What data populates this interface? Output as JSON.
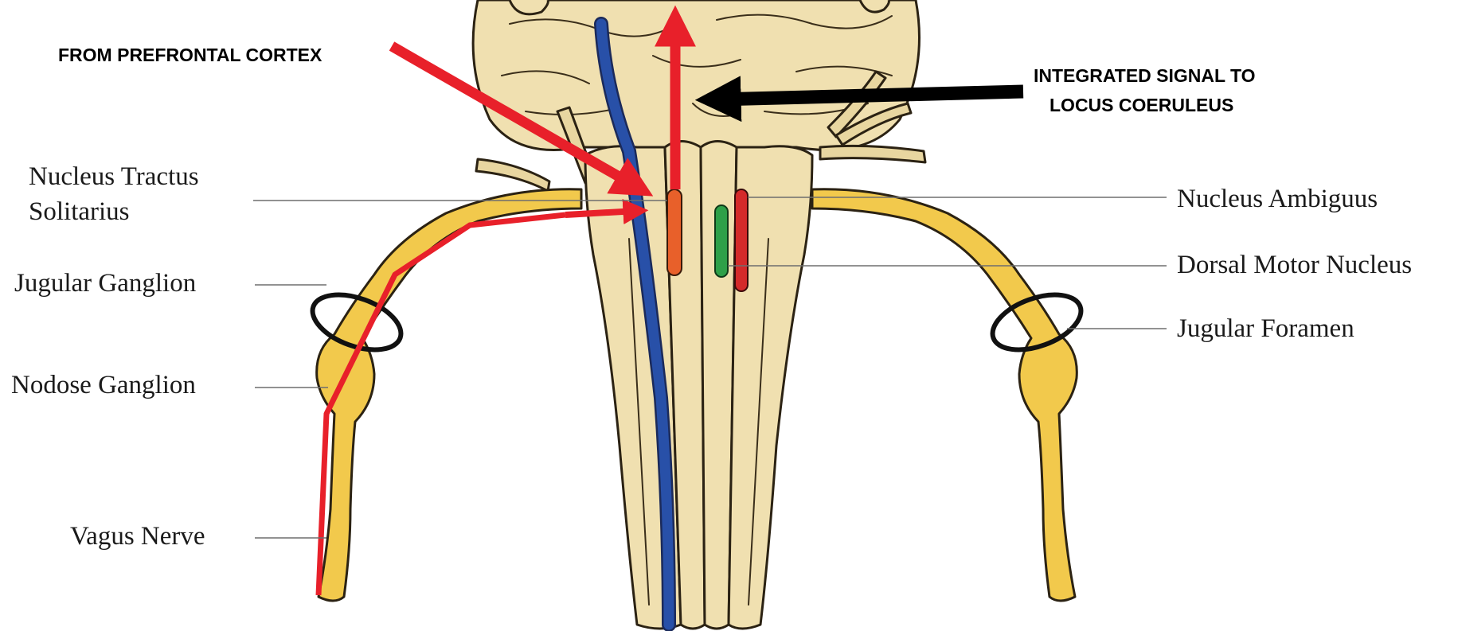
{
  "annotations": {
    "from_prefrontal": "FROM PREFRONTAL CORTEX",
    "integrated_line1": "INTEGRATED SIGNAL TO",
    "integrated_line2": "LOCUS COERULEUS"
  },
  "labels": {
    "nts_line1": "Nucleus Tractus",
    "nts_line2": "Solitarius",
    "jugular_ganglion": "Jugular Ganglion",
    "nodose_ganglion": "Nodose Ganglion",
    "vagus_nerve": "Vagus Nerve",
    "nucleus_ambiguus": "Nucleus Ambiguus",
    "dorsal_motor_nucleus": "Dorsal Motor Nucleus",
    "jugular_foramen": "Jugular Foramen"
  },
  "colors": {
    "brainstem": "#f0e0b0",
    "nerve": "#f2c94c",
    "afferent_pathway": "#e8202a",
    "tract": "#2850a8",
    "nts_nucleus": "#e8602a",
    "dorsal_motor_nucleus": "#2ea048",
    "nucleus_ambiguus": "#d42a2a",
    "integrated_arrow": "#000000",
    "foramen_ring": "#111111"
  }
}
